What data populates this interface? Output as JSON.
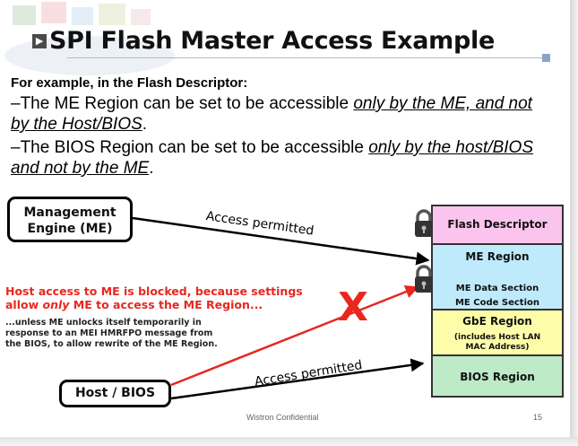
{
  "slide": {
    "title": "SPI Flash Master Access Example",
    "intro": "For example, in the Flash Descriptor:",
    "bullet1": {
      "prefix": "–The ME Region can be set to be accessible ",
      "emph": "only by the ME, and not by the Host/BIOS",
      "suffix": "."
    },
    "bullet2": {
      "prefix": "–The BIOS Region can be set to be accessible ",
      "emph": "only by the host/BIOS and not by the ME",
      "suffix": "."
    }
  },
  "diagram": {
    "me_box": [
      "Management",
      "Engine (ME)"
    ],
    "host_box": "Host / BIOS",
    "access_top": "Access permitted",
    "access_bottom": "Access permitted",
    "blocked": {
      "line1": "Host access to ME is blocked, because settings",
      "line2_prefix": "allow ",
      "line2_emph": "only",
      "line2_suffix": " ME to access the ME Region..."
    },
    "unless": [
      "...unless ME unlocks itself temporarily in",
      "response to an MEI HMRFPO message from",
      "the BIOS, to allow rewrite of the ME Region."
    ],
    "x_mark": "X",
    "regions": {
      "descriptor": "Flash Descriptor",
      "me": "ME Region",
      "me_data": "ME Data Section",
      "me_code": "ME Code Section",
      "gbe": "GbE Region",
      "gbe_note": [
        "(includes Host LAN",
        "MAC Address)"
      ],
      "bios": "BIOS Region"
    },
    "colors": {
      "descriptor": "#fbc4ee",
      "me": "#bfeafc",
      "gbe": "#fdfca8",
      "bios": "#bdeac7",
      "blocked_text": "#e8271f"
    }
  },
  "footer": {
    "text": "Wistron Confidential",
    "page": "15"
  }
}
